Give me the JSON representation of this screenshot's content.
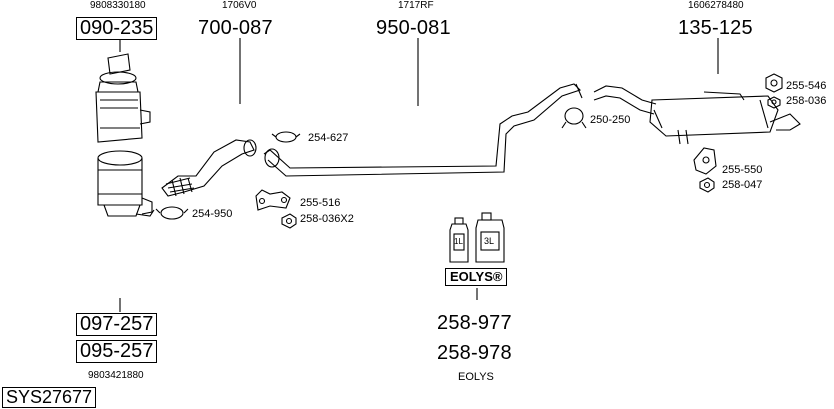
{
  "system_code": "SYS27677",
  "groups": {
    "catalyst": {
      "oem_top": "9808330180",
      "part_top": "090-235",
      "clamp_label": "254-950",
      "part_bottom_1": "097-257",
      "part_bottom_2": "095-257",
      "oem_bottom": "9803421880"
    },
    "front_pipe": {
      "oem": "1706V0",
      "part": "700-087",
      "accessories": [
        "254-627",
        "255-516",
        "258-036X2"
      ]
    },
    "middle_pipe": {
      "oem": "1717RF",
      "part": "950-081",
      "accessories": [
        "250-250"
      ]
    },
    "rear_silencer": {
      "oem": "1606278480",
      "part": "135-125",
      "accessories": [
        "255-546",
        "258-036",
        "255-550",
        "258-047"
      ]
    },
    "eolys": {
      "bottle_small": "1L",
      "bottle_large": "3L",
      "brand": "EOLYS®",
      "part_1": "258-977",
      "part_2": "258-978",
      "caption": "EOLYS"
    }
  }
}
